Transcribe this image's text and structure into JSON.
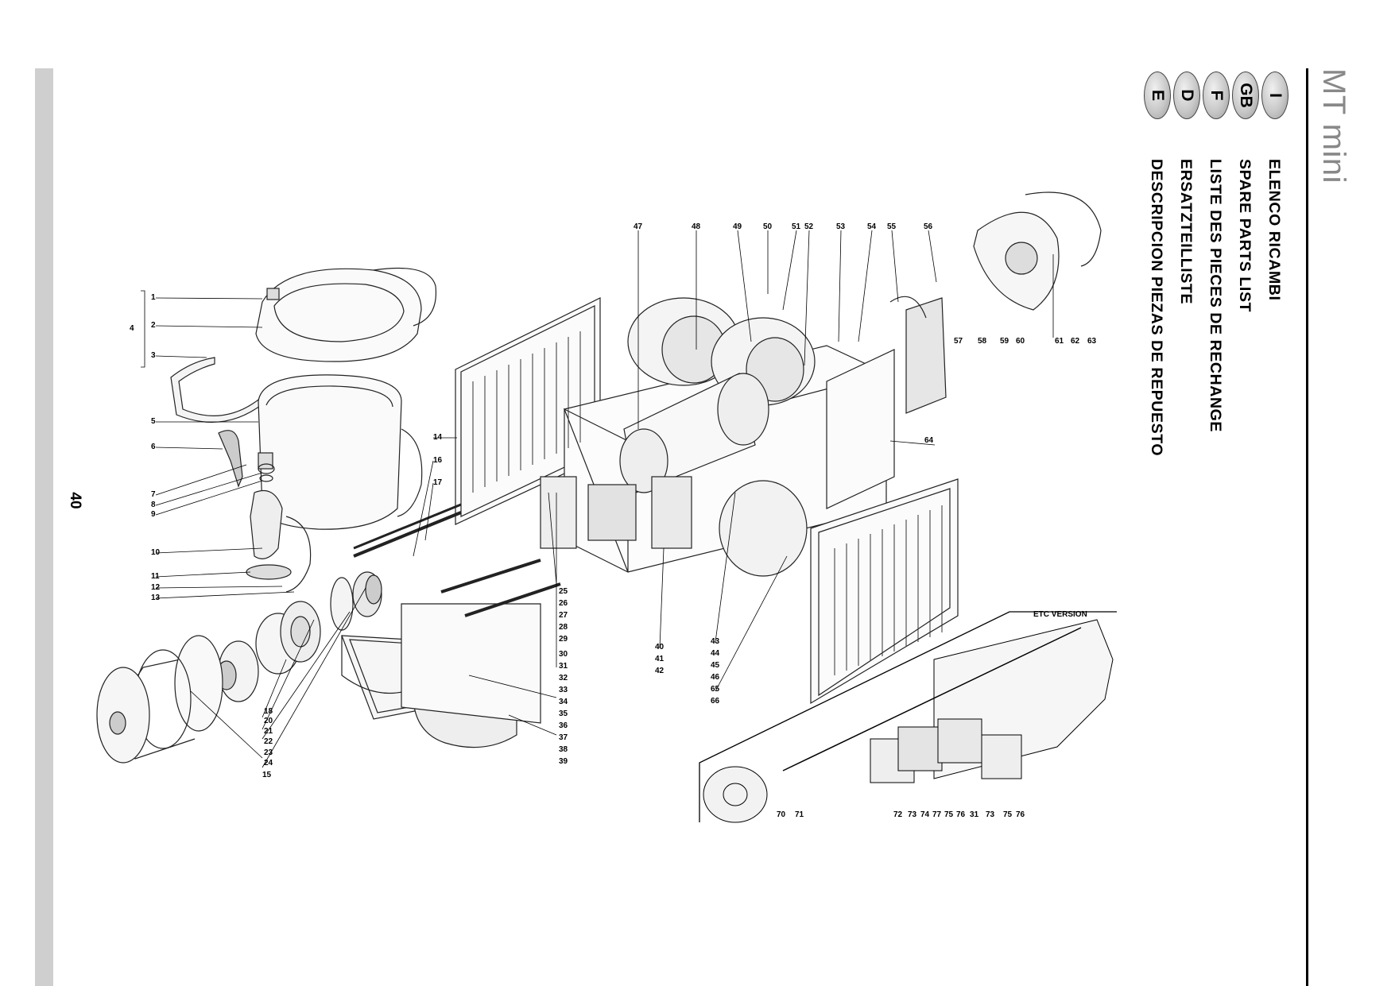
{
  "page": {
    "number": "40",
    "model": "MT mini"
  },
  "languages": [
    {
      "code": "I",
      "title": "ELENCO RICAMBI"
    },
    {
      "code": "GB",
      "title": "SPARE PARTS LIST"
    },
    {
      "code": "F",
      "title": "LISTE DES PIECES DE RECHANGE"
    },
    {
      "code": "D",
      "title": "ERSATZTEILLISTE"
    },
    {
      "code": "E",
      "title": "DESCRIPCION PIEZAS DE REPUESTO"
    }
  ],
  "diagram": {
    "inset_label": "ETC VERSION",
    "callouts": [
      "1",
      "2",
      "3",
      "4",
      "5",
      "6",
      "7",
      "8",
      "9",
      "10",
      "11",
      "12",
      "13",
      "14",
      "15",
      "16",
      "17",
      "18",
      "20",
      "21",
      "22",
      "23",
      "24",
      "25",
      "26",
      "27",
      "28",
      "29",
      "30",
      "31",
      "32",
      "33",
      "34",
      "35",
      "36",
      "37",
      "38",
      "39",
      "40",
      "41",
      "42",
      "43",
      "44",
      "45",
      "46",
      "65",
      "66",
      "47",
      "48",
      "49",
      "50",
      "51",
      "52",
      "53",
      "54",
      "55",
      "56",
      "57",
      "58",
      "59",
      "60",
      "61",
      "62",
      "63",
      "64",
      "70",
      "71",
      "72",
      "73",
      "74",
      "77",
      "75",
      "76",
      "31",
      "73",
      "75",
      "76"
    ]
  },
  "colors": {
    "side_bar": "#cfcfcf",
    "model_text": "#888888",
    "line": "#000000",
    "badge": "#c8c8c8"
  }
}
